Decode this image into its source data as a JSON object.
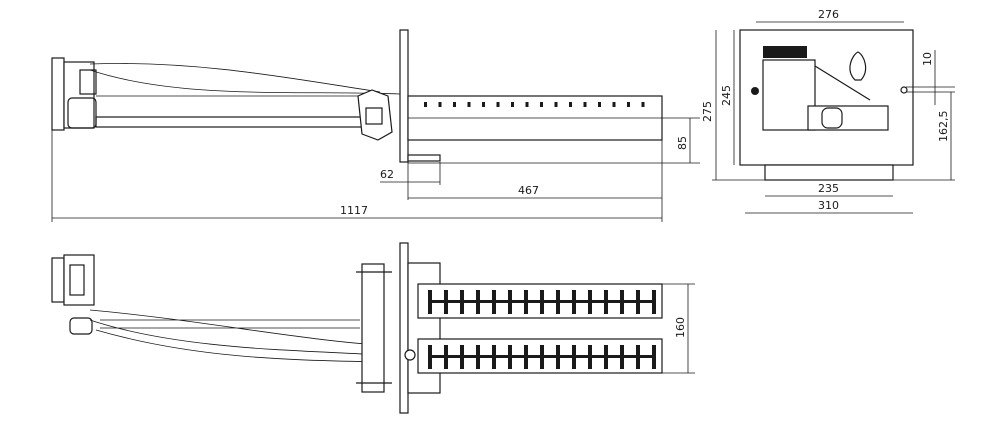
{
  "drawing": {
    "side_view": {
      "dim_height": "85",
      "dim_flange": "62",
      "dim_tube_length": "467",
      "dim_total_length": "1117"
    },
    "top_view": {
      "dim_tube_spacing": "160"
    },
    "front_view": {
      "dim_inner_width": "276",
      "dim_inner_height": "245",
      "dim_outer_height": "275",
      "dim_offset": "10",
      "dim_axis_height": "162,5",
      "dim_base_width": "235",
      "dim_outer_width": "310"
    }
  }
}
